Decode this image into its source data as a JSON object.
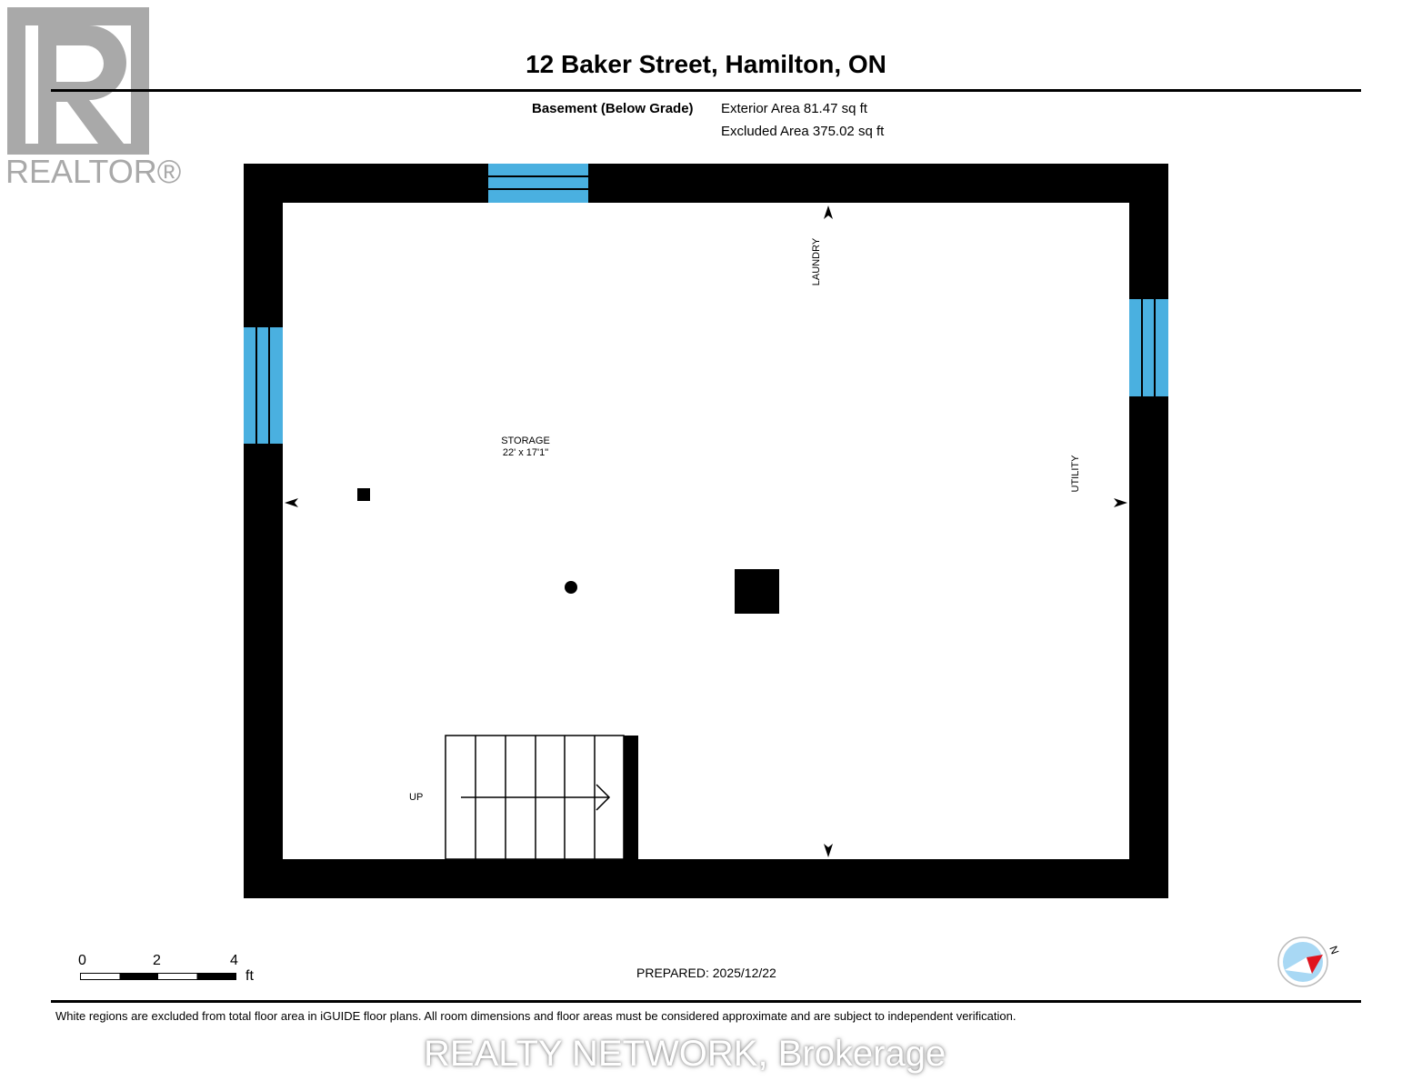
{
  "logo": {
    "text": "REALTOR®"
  },
  "header": {
    "title": "12 Baker Street, Hamilton, ON",
    "level": "Basement (Below Grade)",
    "exterior_area": "Exterior Area 81.47 sq ft",
    "excluded_area": "Excluded Area 375.02 sq ft"
  },
  "plan": {
    "room_name": "STORAGE",
    "room_dims": "22' x 17'1\"",
    "labels": {
      "laundry": "LAUNDRY",
      "utility": "UTILITY",
      "stairs": "UP"
    },
    "colors": {
      "wall": "#000000",
      "window": "#4ab0e0"
    }
  },
  "scale": {
    "ticks": [
      "0",
      "2",
      "4"
    ],
    "unit": "ft"
  },
  "footer": {
    "prepared": "PREPARED: 2025/12/22",
    "disclaimer": "White regions are excluded from total floor area in iGUIDE floor plans. All room dimensions and floor areas must be considered approximate and are subject to independent verification.",
    "watermark": "REALTY NETWORK, Brokerage"
  },
  "compass": {
    "label": "N"
  }
}
